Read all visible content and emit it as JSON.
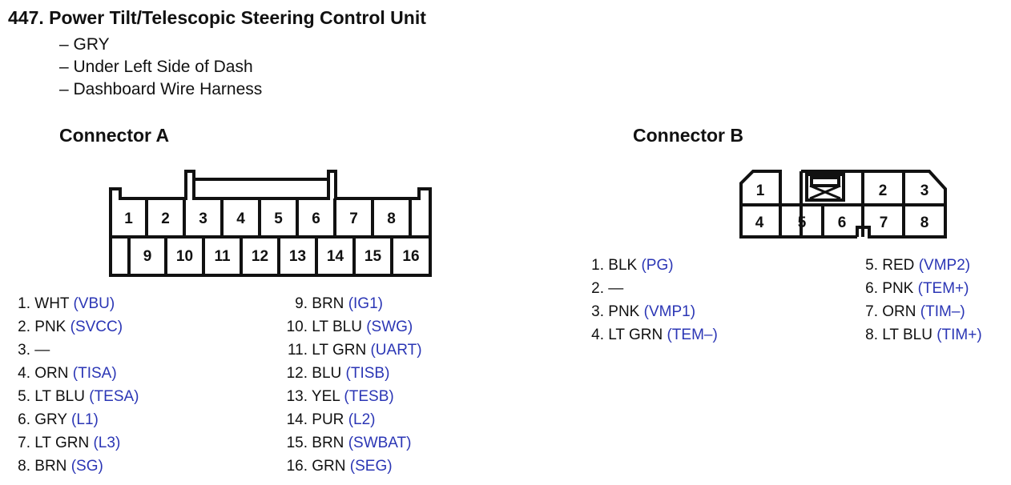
{
  "entry": {
    "number": "447.",
    "title": "Power Tilt/Telescopic Steering Control Unit",
    "details": [
      "– GRY",
      "– Under Left Side of Dash",
      "– Dashboard Wire Harness"
    ]
  },
  "connector_a": {
    "label": "Connector A",
    "top_row": [
      "1",
      "2",
      "3",
      "4",
      "5",
      "6",
      "7",
      "8"
    ],
    "bottom_row": [
      "9",
      "10",
      "11",
      "12",
      "13",
      "14",
      "15",
      "16"
    ],
    "pins": [
      {
        "num": "1.",
        "wire": "WHT",
        "code": "(VBU)"
      },
      {
        "num": "2.",
        "wire": "PNK",
        "code": "(SVCC)"
      },
      {
        "num": "3.",
        "wire": "—",
        "code": ""
      },
      {
        "num": "4.",
        "wire": "ORN",
        "code": "(TISA)"
      },
      {
        "num": "5.",
        "wire": "LT BLU",
        "code": "(TESA)"
      },
      {
        "num": "6.",
        "wire": "GRY",
        "code": "(L1)"
      },
      {
        "num": "7.",
        "wire": "LT GRN",
        "code": "(L3)"
      },
      {
        "num": "8.",
        "wire": "BRN",
        "code": "(SG)"
      },
      {
        "num": "9.",
        "wire": "BRN",
        "code": "(IG1)"
      },
      {
        "num": "10.",
        "wire": "LT BLU",
        "code": "(SWG)"
      },
      {
        "num": "11.",
        "wire": "LT GRN",
        "code": "(UART)"
      },
      {
        "num": "12.",
        "wire": "BLU",
        "code": "(TISB)"
      },
      {
        "num": "13.",
        "wire": "YEL",
        "code": "(TESB)"
      },
      {
        "num": "14.",
        "wire": "PUR",
        "code": "(L2)"
      },
      {
        "num": "15.",
        "wire": "BRN",
        "code": "(SWBAT)"
      },
      {
        "num": "16.",
        "wire": "GRN",
        "code": "(SEG)"
      }
    ]
  },
  "connector_b": {
    "label": "Connector B",
    "cells": [
      "1",
      "2",
      "3",
      "4",
      "5",
      "6",
      "7",
      "8"
    ],
    "pins": [
      {
        "num": "1.",
        "wire": "BLK",
        "code": "(PG)"
      },
      {
        "num": "2.",
        "wire": "—",
        "code": ""
      },
      {
        "num": "3.",
        "wire": "PNK",
        "code": "(VMP1)"
      },
      {
        "num": "4.",
        "wire": "LT GRN",
        "code": "(TEM–)"
      },
      {
        "num": "5.",
        "wire": "RED",
        "code": "(VMP2)"
      },
      {
        "num": "6.",
        "wire": "PNK",
        "code": "(TEM+)"
      },
      {
        "num": "7.",
        "wire": "ORN",
        "code": "(TIM–)"
      },
      {
        "num": "8.",
        "wire": "LT BLU",
        "code": "(TIM+)"
      }
    ]
  },
  "colors": {
    "code_text": "#2b36b5",
    "line": "#111111"
  }
}
